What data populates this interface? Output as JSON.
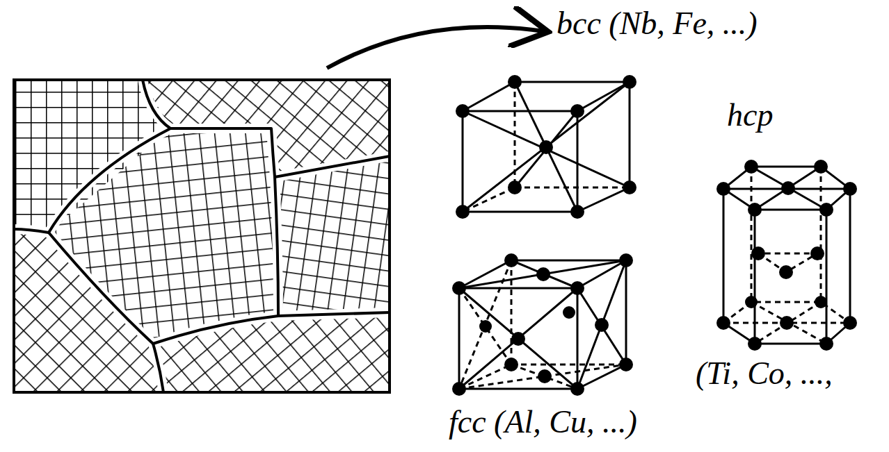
{
  "diagram": {
    "labels": [
      "bcc (Nb, Fe, ...)",
      "hcp",
      "(Ti, Co, ...,",
      "fcc (Al, Cu, ...)"
    ]
  }
}
